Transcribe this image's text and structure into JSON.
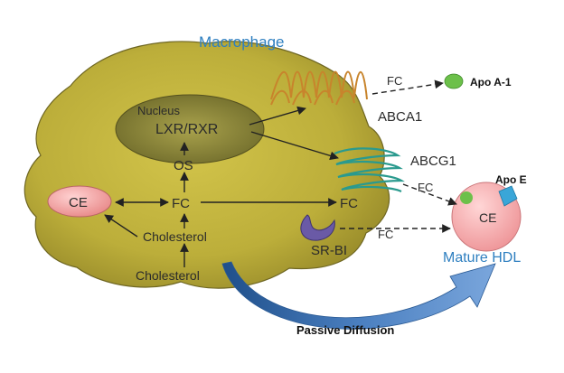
{
  "labels": {
    "macrophage": "Macrophage",
    "nucleus": "Nucleus",
    "lxr_rxr": "LXR/RXR",
    "os": "OS",
    "fc_center": "FC",
    "ce_left": "CE",
    "cholesterol_inner": "Cholesterol",
    "cholesterol_outer": "Cholesterol",
    "fc_membrane": "FC",
    "sr_bi": "SR-BI",
    "abca1": "ABCA1",
    "abcg1": "ABCG1",
    "fc_abca1": "FC",
    "fc_abcg1": "FC",
    "fc_srbi": "FC",
    "apo_a1": "Apo A-1",
    "apo_e": "Apo E",
    "ce_hdl": "CE",
    "mature_hdl": "Mature HDL",
    "passive_diffusion": "Passive Diffusion"
  },
  "colors": {
    "cell_fill": "#bcae3a",
    "nucleus_fill": "#8f8a3c",
    "abca1": "#c8842c",
    "abcg1": "#2a9a8e",
    "sr_bi": "#6a5aa6",
    "hdl_fill": "#f2a8ab",
    "ce_fill": "#ee9a9a",
    "apo_a1": "#6cc04a",
    "apo_e": "#3aa6d8",
    "diffusion_arrow": "#3f72b0",
    "title_blue": "#2e7fc0"
  }
}
